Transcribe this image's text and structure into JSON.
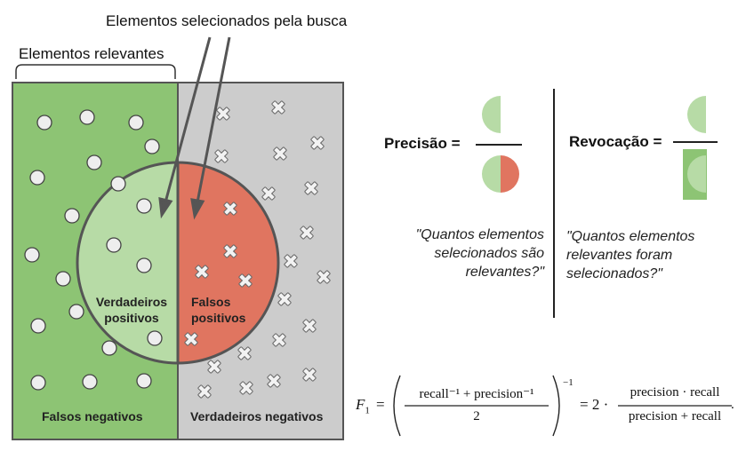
{
  "labels": {
    "selected_elements": "Elementos selecionados pela busca",
    "relevant_elements": "Elementos relevantes",
    "true_positives_line1": "Verdadeiros",
    "true_positives_line2": "positivos",
    "false_positives_line1": "Falsos",
    "false_positives_line2": "positivos",
    "false_negatives": "Falsos negativos",
    "true_negatives": "Verdadeiros negativos"
  },
  "precision": {
    "label": "Precisão =",
    "question_line1": "\"Quantos elementos",
    "question_line2": "selecionados são",
    "question_line3": "relevantes?\""
  },
  "recall": {
    "label": "Revocação =",
    "question_line1": "\"Quantos elementos",
    "question_line2": "relevantes foram",
    "question_line3": "selecionados?\""
  },
  "formula": {
    "lhs": "F",
    "lhs_sub": "1",
    "equals": "=",
    "frac1_num": "recall⁻¹ + precision⁻¹",
    "frac1_den": "2",
    "exponent": "−1",
    "equals2": "= 2 ·",
    "frac2_num": "precision · recall",
    "frac2_den": "precision + recall",
    "end": "."
  },
  "colors": {
    "relevant_bg": "#8dc474",
    "irrelevant_bg": "#cccccc",
    "true_positive": "#b7dba6",
    "false_positive": "#e07560",
    "border": "#555555"
  },
  "icons": {
    "relevant_item": "circle-icon",
    "irrelevant_item": "x-mark-icon"
  }
}
